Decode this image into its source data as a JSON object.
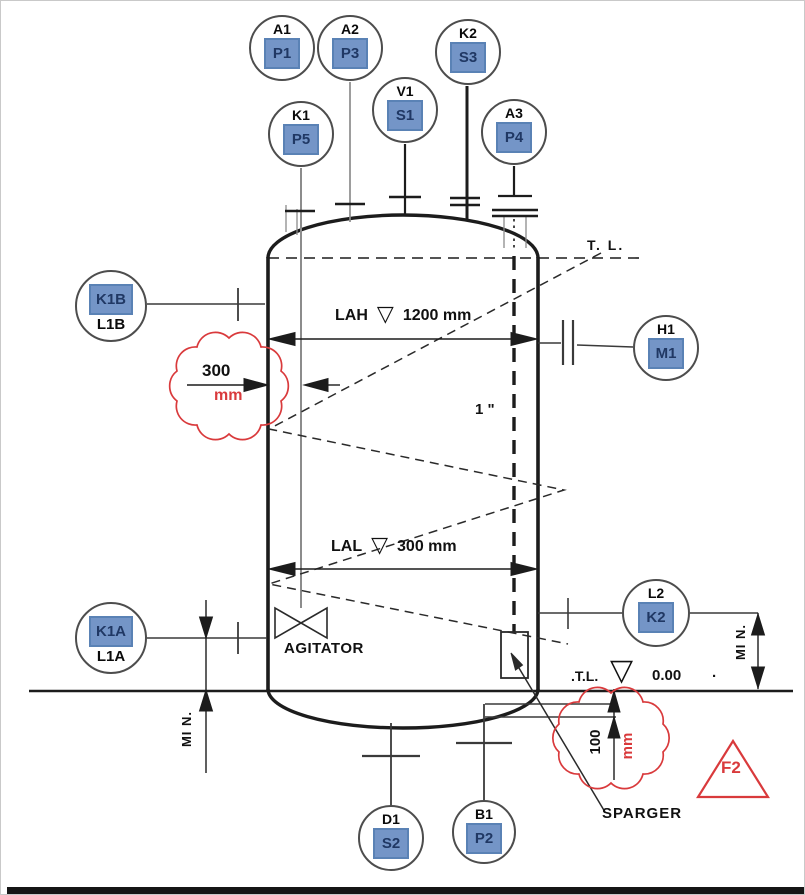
{
  "labels": {
    "tl_top": "T. L.",
    "lah_label": "LAH",
    "lah_value": "1200 mm",
    "lal_label": "LAL",
    "lal_value": "300 mm",
    "level_symbol": "▽",
    "pipe_size": "1 \"",
    "agitator": "AGITATOR",
    "sparger": "SPARGER",
    "tl_bottom": ".T.L.",
    "elevation": "0.00",
    "trailing_dot": ".",
    "min_left": "MI N.",
    "min_right": "MI N.",
    "cloud_300": {
      "value": "300",
      "unit": "mm"
    },
    "cloud_100": {
      "value": "100",
      "unit": "mm"
    },
    "f2": "F2"
  },
  "instruments": {
    "a1": {
      "tag": "A1",
      "code": "P1"
    },
    "a2": {
      "tag": "A2",
      "code": "P3"
    },
    "k2s3": {
      "tag": "K2",
      "code": "S3"
    },
    "v1": {
      "tag": "V1",
      "code": "S1"
    },
    "k1": {
      "tag": "K1",
      "code": "P5"
    },
    "a3": {
      "tag": "A3",
      "code": "P4"
    },
    "k1b": {
      "code": "K1B",
      "sub": "L1B"
    },
    "h1": {
      "tag": "H1",
      "code": "M1"
    },
    "k1a": {
      "code": "K1A",
      "sub": "L1A"
    },
    "l2": {
      "tag": "L2",
      "code": "K2"
    },
    "d1": {
      "tag": "D1",
      "code": "S2"
    },
    "b1": {
      "tag": "B1",
      "code": "P2"
    }
  },
  "colors": {
    "line": "#1c1c1c",
    "gray_line": "#8c8c8c",
    "revision_cloud": "#d93a3c",
    "instrument_box_fill": "#7495c7",
    "instrument_box_border": "#5a82b5",
    "instrument_box_text": "#203864"
  }
}
